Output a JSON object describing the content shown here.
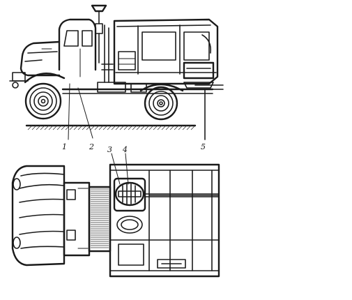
{
  "labels": {
    "side": [
      "1",
      "2",
      "5"
    ],
    "top": [
      "3",
      "4"
    ]
  }
}
